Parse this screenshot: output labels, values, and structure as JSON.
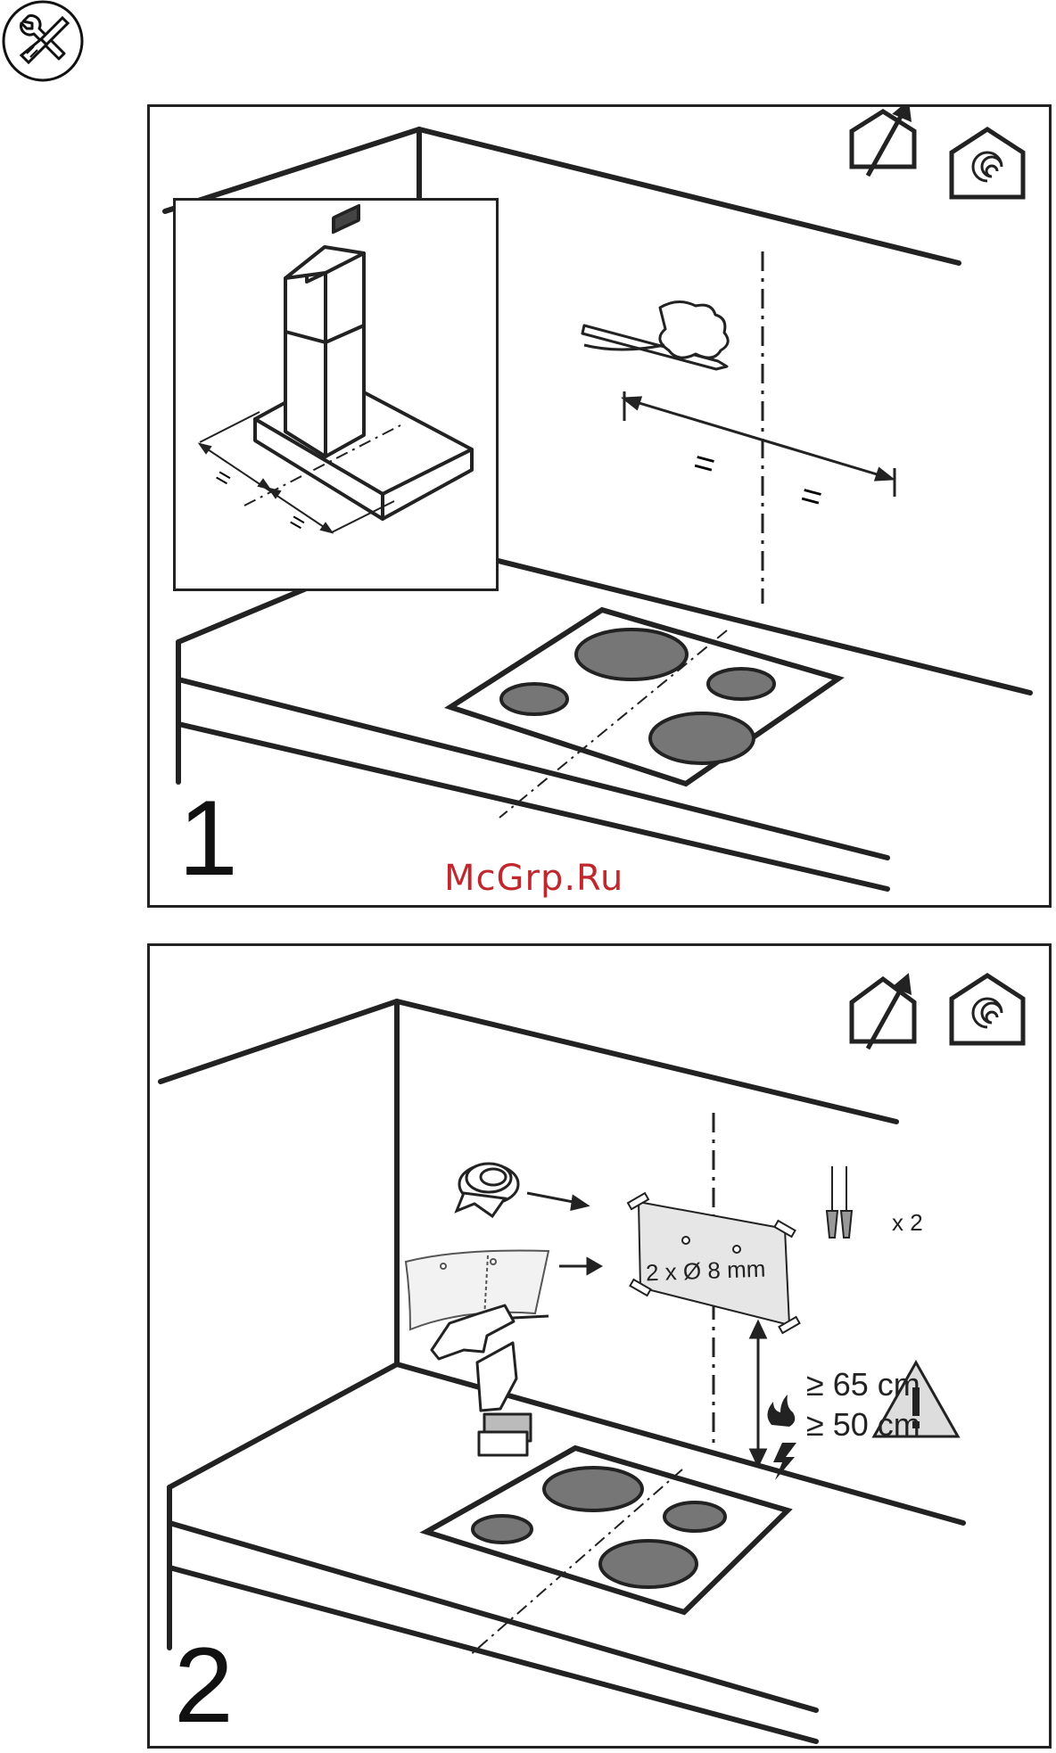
{
  "page": {
    "header_icon": "tools-icon (wrench and screwdriver)",
    "watermark": "McGrp.Ru"
  },
  "step1": {
    "number": "1",
    "mode_icons": [
      "ducted-exhaust-house-icon",
      "recirculation-house-icon"
    ],
    "equal_mark_left": "=",
    "equal_mark_right": "=",
    "inset_equal_left": "=",
    "inset_equal_right": "="
  },
  "step2": {
    "number": "2",
    "mode_icons": [
      "ducted-exhaust-house-icon",
      "recirculation-house-icon"
    ],
    "template_text": "2 x Ø 8 mm",
    "screws_qty": "x 2",
    "gas_distance": "≥ 65 cm",
    "electric_distance": "≥ 50 cm",
    "warning_icon": "warning-triangle-icon"
  }
}
